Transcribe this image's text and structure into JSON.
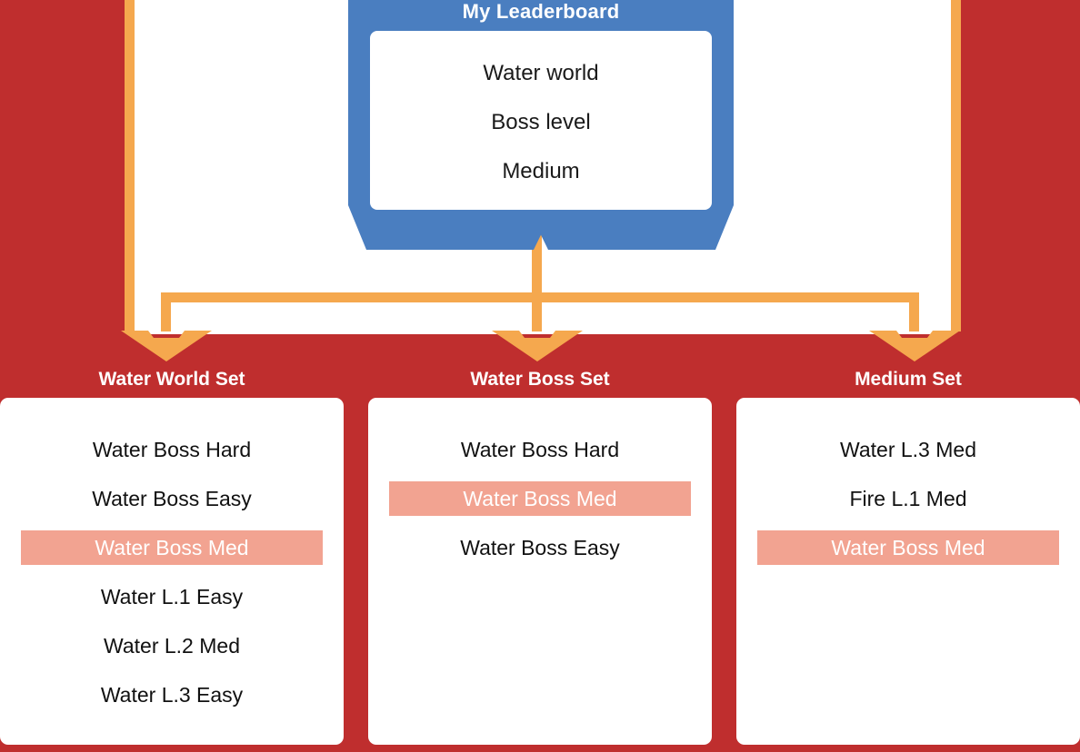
{
  "colors": {
    "background_red": "#BF2E2E",
    "panel_white": "#FFFFFF",
    "connector_orange": "#F5A84E",
    "leaderboard_blue": "#4A7EC0",
    "highlight_salmon": "#F2A391",
    "highlight_text": "#FFFFFF",
    "item_text": "#111111"
  },
  "leaderboard": {
    "title": "My Leaderboard",
    "rows": [
      "Water world",
      "Boss level",
      "Medium"
    ]
  },
  "sets": [
    {
      "title": "Water World Set",
      "items": [
        {
          "label": "Water Boss Hard",
          "highlighted": false
        },
        {
          "label": "Water Boss Easy",
          "highlighted": false
        },
        {
          "label": "Water Boss Med",
          "highlighted": true
        },
        {
          "label": "Water L.1 Easy",
          "highlighted": false
        },
        {
          "label": "Water L.2 Med",
          "highlighted": false
        },
        {
          "label": "Water L.3 Easy",
          "highlighted": false
        }
      ]
    },
    {
      "title": "Water Boss Set",
      "items": [
        {
          "label": "Water Boss Hard",
          "highlighted": false
        },
        {
          "label": "Water Boss Med",
          "highlighted": true
        },
        {
          "label": "Water Boss Easy",
          "highlighted": false
        }
      ]
    },
    {
      "title": "Medium Set",
      "items": [
        {
          "label": "Water L.3 Med",
          "highlighted": false
        },
        {
          "label": "Fire L.1 Med",
          "highlighted": false
        },
        {
          "label": "Water Boss Med",
          "highlighted": true
        }
      ]
    }
  ],
  "connectors": {
    "arrow_count": 3,
    "arrow_labels": [
      "arrow-to-water-world-set",
      "arrow-to-water-boss-set",
      "arrow-to-medium-set"
    ]
  }
}
